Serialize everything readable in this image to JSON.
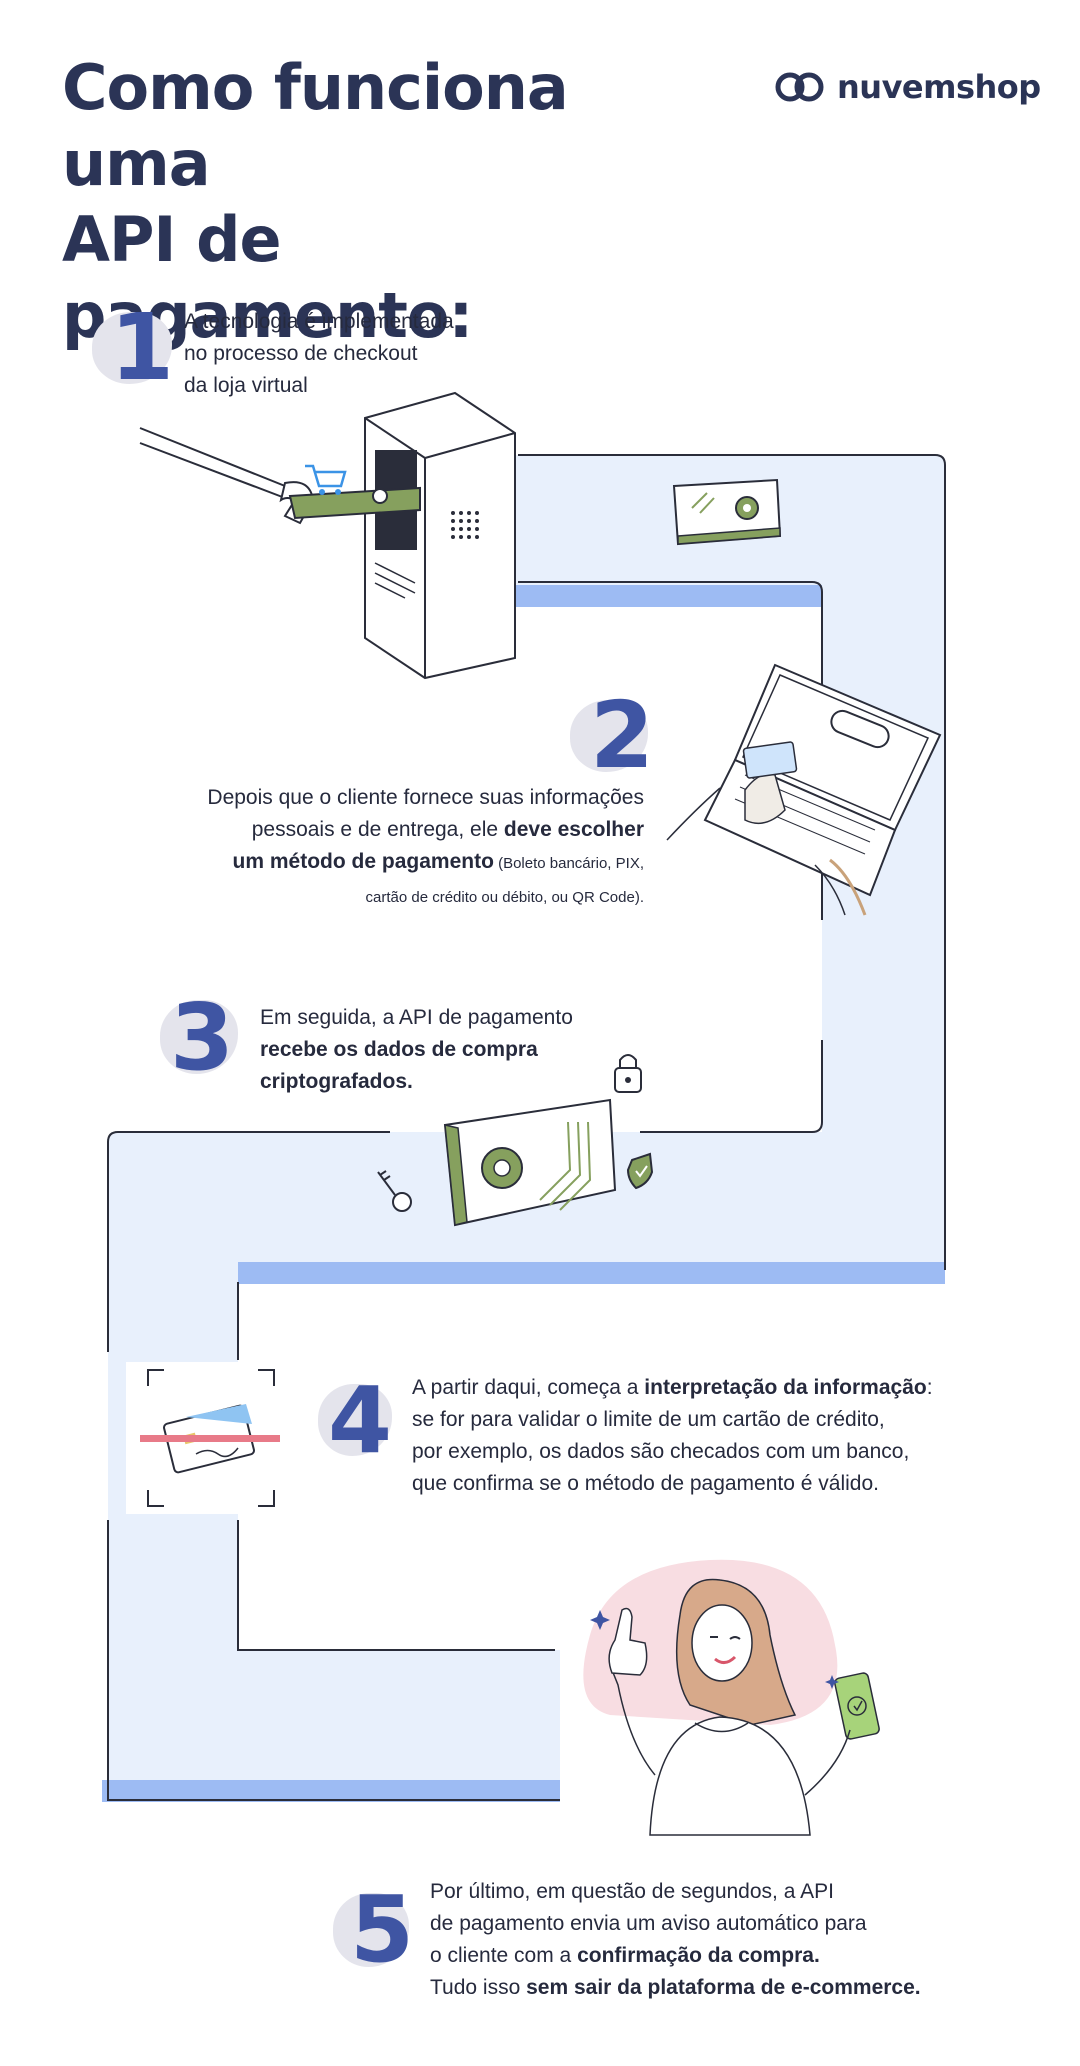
{
  "page": {
    "title_line1": "Como funciona uma",
    "title_line2": "API de pagamento:",
    "brand_name": "nuvemshop"
  },
  "steps": [
    {
      "number": "1",
      "line1": "A tecnologia é implementada",
      "line2": "no processo de checkout",
      "line3": "da loja virtual"
    },
    {
      "number": "2",
      "line1": "Depois que o cliente fornece suas informações",
      "line2_plain": "pessoais e de entrega, ele ",
      "line2_bold": "deve escolher",
      "line3_bold": "um método de pagamento",
      "line3_small": " (Boleto bancário, PIX,",
      "line4_small": "cartão de crédito ou débito, ou QR Code)."
    },
    {
      "number": "3",
      "line1": "Em seguida, a API de pagamento",
      "line2_bold": "recebe os dados de compra",
      "line3_bold": "criptografados."
    },
    {
      "number": "4",
      "line1_plain": "A partir daqui, começa a ",
      "line1_bold": "interpretação da informação",
      "line1_end": ":",
      "line2": "se for para validar o limite de um cartão de crédito,",
      "line3": "por exemplo, os dados são checados com um banco,",
      "line4": "que confirma se o método de pagamento é válido."
    },
    {
      "number": "5",
      "line1": "Por último, em questão de segundos, a API",
      "line2": "de pagamento envia um aviso automático para",
      "line3_plain": "o cliente com a ",
      "line3_bold": "confirmação da compra.",
      "line4_plain": "Tudo isso ",
      "line4_bold": "sem sair da plataforma de e-commerce."
    }
  ],
  "illustrations": {
    "step1": "server-with-robot-arm-and-cart-icon",
    "step2": "laptop-with-credit-card-icon",
    "step3": "chip-with-lock-key-shield-icon",
    "step4": "card-scan-icon",
    "step5": "woman-thumbs-up-with-phone-icon"
  },
  "colors": {
    "title": "#2b3456",
    "number": "#3f55a3",
    "number_blob": "#e4e4ec",
    "path_light": "#e6effc",
    "path_stripe": "#8fb1f2",
    "chip_green": "#86a05e",
    "pink": "#f7d9de"
  }
}
